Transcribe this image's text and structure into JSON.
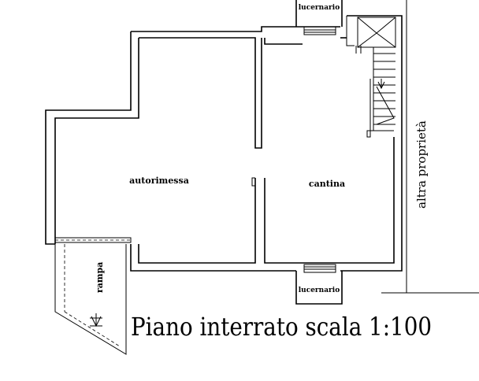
{
  "rooms": {
    "autorimessa": "autorimessa",
    "cantina": "cantina"
  },
  "labels": {
    "lucernario_top": "lucernario",
    "lucernario_bottom": "lucernario",
    "rampa": "rampa",
    "altra_proprieta": "altra proprietà"
  },
  "caption": "Piano interrato scala 1:100"
}
